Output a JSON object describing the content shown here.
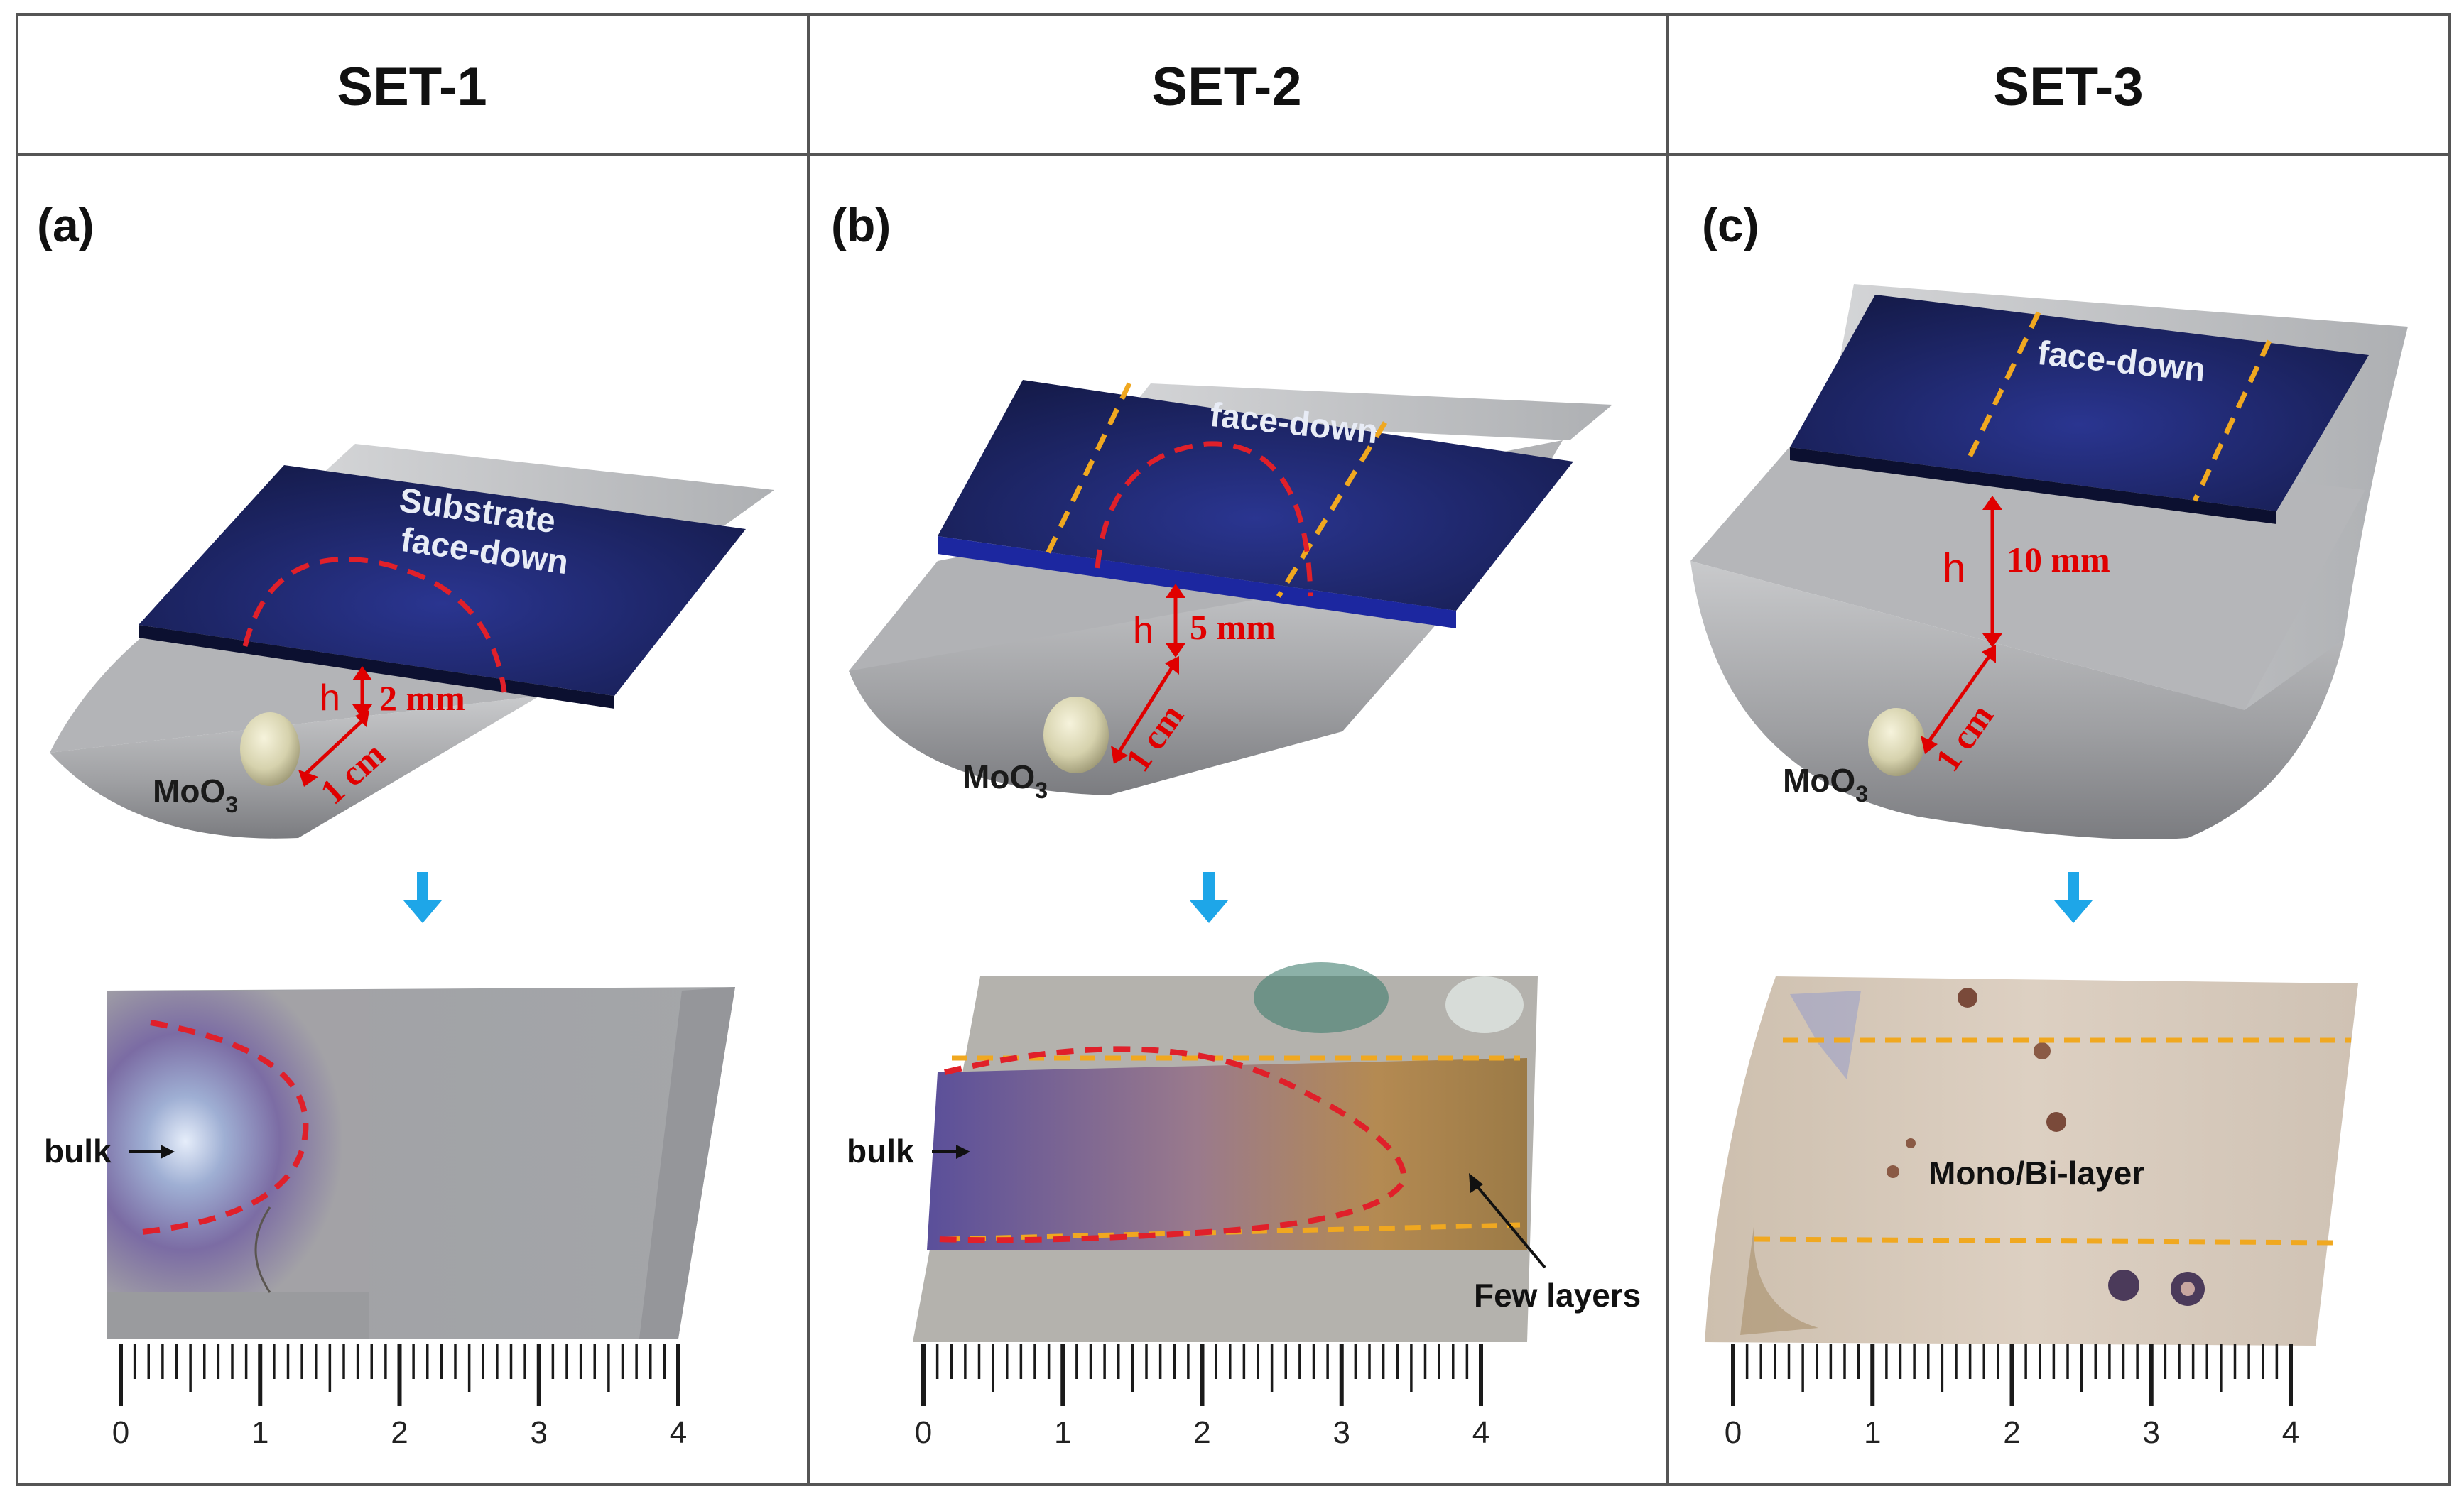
{
  "headers": [
    "SET-1",
    "SET-2",
    "SET-3"
  ],
  "panels": [
    {
      "label": "(a)",
      "substrate_text": [
        "Substrate",
        "face-down"
      ],
      "h_symbol": "h",
      "gap": "2 mm",
      "distance": "1 cm",
      "source": "MoO",
      "source_sub": "3",
      "annotations": [
        "bulk"
      ]
    },
    {
      "label": "(b)",
      "substrate_text": [
        "face-down"
      ],
      "h_symbol": "h",
      "gap": "5 mm",
      "distance": "1 cm",
      "source": "MoO",
      "source_sub": "3",
      "annotations": [
        "bulk",
        "Few layers"
      ]
    },
    {
      "label": "(c)",
      "substrate_text": [
        "face-down"
      ],
      "h_symbol": "h",
      "gap": "10 mm",
      "distance": "1 cm",
      "source": "MoO",
      "source_sub": "3",
      "annotations": [
        "Mono/Bi-layer"
      ]
    }
  ],
  "ruler": {
    "labels": [
      "0",
      "1",
      "2",
      "3",
      "4"
    ]
  },
  "colors": {
    "substrate": "#1e2460",
    "boat": "#a9aaad",
    "dashed_red": "#e0202a",
    "dashed_orange": "#f0a820",
    "flow_arrow": "#1ea6e8",
    "dimension_red": "#e00000"
  }
}
